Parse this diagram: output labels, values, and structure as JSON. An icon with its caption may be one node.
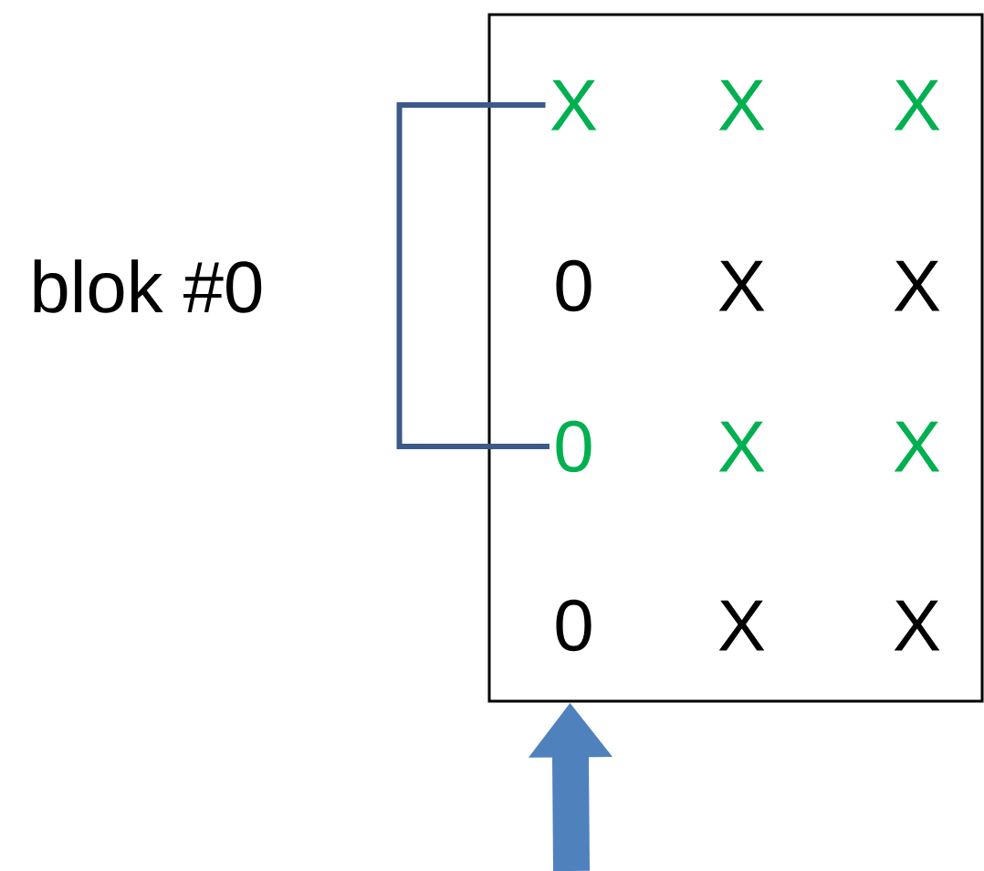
{
  "diagram": {
    "nodes": [
      {
        "text": [],
        "shape": "box"
      },
      {
        "text": [
          "X"
        ],
        "in": 0
      },
      {
        "text": [
          "X"
        ],
        "in": 0
      },
      {
        "text": [
          "X"
        ],
        "in": 0
      },
      {
        "text": [
          "0"
        ],
        "in": 0
      },
      {
        "text": [
          "X"
        ],
        "in": 0
      },
      {
        "text": [
          "X"
        ],
        "in": 0
      },
      {
        "text": [
          "0"
        ],
        "in": 0
      },
      {
        "text": [
          "X"
        ],
        "in": 0
      },
      {
        "text": [
          "X"
        ],
        "in": 0
      },
      {
        "text": [
          "0"
        ],
        "in": 0
      },
      {
        "text": [
          "X"
        ],
        "in": 0
      },
      {
        "text": [
          "X"
        ],
        "in": 0
      }
    ],
    "edges": [
      {
        "from": 1,
        "to": 7,
        "arrow": "none"
      },
      {
        "from": null,
        "to": 0,
        "arrow": "to",
        "style": "thick",
        "color": "#4f81bd"
      }
    ],
    "labels": [
      "blok #0"
    ]
  }
}
